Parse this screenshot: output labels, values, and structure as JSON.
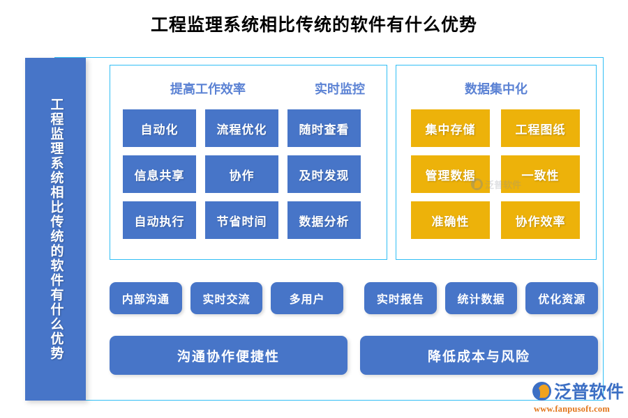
{
  "title": "工程监理系统相比传统的软件有什么优势",
  "sidebar": {
    "label": "工程监理系统相比传统的软件有什么优势"
  },
  "colors": {
    "blue": "#4775C8",
    "yellow": "#EDB20A",
    "border_cyan": "#30BEF5",
    "heading_blue": "#5B82D4",
    "logo_blue": "#3C6FC4",
    "logo_orange": "#E2761B"
  },
  "panels": [
    {
      "id": "efficiency",
      "headings": [
        "提高工作效率",
        "实时监控"
      ],
      "tiles": [
        "自动化",
        "流程优化",
        "随时查看",
        "信息共享",
        "协作",
        "及时发现",
        "自动执行",
        "节省时间",
        "数据分析"
      ]
    },
    {
      "id": "data",
      "headings": [
        "数据集中化"
      ],
      "tiles": [
        "集中存储",
        "工程图纸",
        "管理数据",
        "一致性",
        "准确性",
        "协作效率"
      ]
    }
  ],
  "pills": [
    "内部沟通",
    "实时交流",
    "多用户",
    "实时报告",
    "统计数据",
    "优化资源"
  ],
  "bottom_boxes": [
    "沟通协作便捷性",
    "降低成本与风险"
  ],
  "watermark": {
    "text": "泛普软件"
  },
  "brand": {
    "name": "泛普软件",
    "url": "www.fanpusoft.com"
  }
}
